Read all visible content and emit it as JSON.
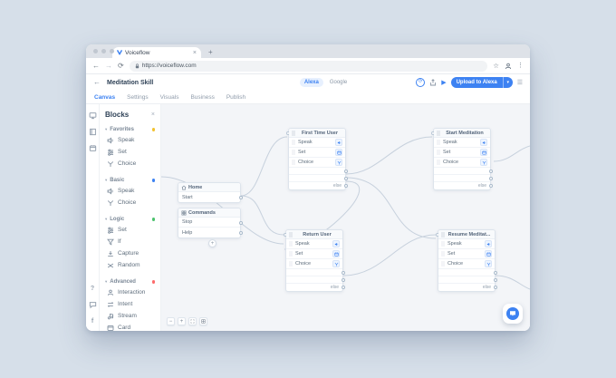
{
  "browser": {
    "tab_title": "Voiceflow",
    "url": "https://voiceflow.com"
  },
  "header": {
    "title": "Meditation Skill",
    "alexa": "Alexa",
    "google": "Google",
    "upload": "Upload to Alexa"
  },
  "tabs": {
    "canvas": "Canvas",
    "settings": "Settings",
    "visuals": "Visuals",
    "business": "Business",
    "publish": "Publish"
  },
  "blocks": {
    "title": "Blocks",
    "favorites": "Favorites",
    "basic": "Basic",
    "logic": "Logic",
    "advanced": "Advanced",
    "speak": "Speak",
    "set": "Set",
    "choice": "Choice",
    "if": "If",
    "capture": "Capture",
    "random": "Random",
    "interaction": "Interaction",
    "intent": "Intent",
    "stream": "Stream",
    "card": "Card"
  },
  "canvas": {
    "home": "Home",
    "start": "Start",
    "commands": "Commands",
    "stop": "Stop",
    "help": "Help",
    "first_time_user": "First Time User",
    "start_meditation": "Start Meditation",
    "return_user": "Return User",
    "resume_meditation": "Resume Meditat...",
    "speak": "Speak",
    "set": "Set",
    "choice": "Choice",
    "else": "else"
  },
  "icons": {
    "close": "×",
    "new_tab": "+",
    "back": "←",
    "forward": "→",
    "refresh": "⟳",
    "sync": "⟳",
    "star": "☆",
    "menu_dots": "⋮",
    "play": "▶",
    "caret_down": "▾",
    "hamburger": "☰",
    "chevron_down": "▾",
    "minus": "−",
    "plus": "+",
    "help": "?",
    "facebook": "f"
  },
  "colors": {
    "accent": "#3d82f2",
    "favorites_dot": "#f2c230",
    "basic_dot": "#3d82f2",
    "logic_dot": "#4cc26d",
    "advanced_dot": "#fd6b6b",
    "canvas_bg": "#f3f5f8"
  }
}
